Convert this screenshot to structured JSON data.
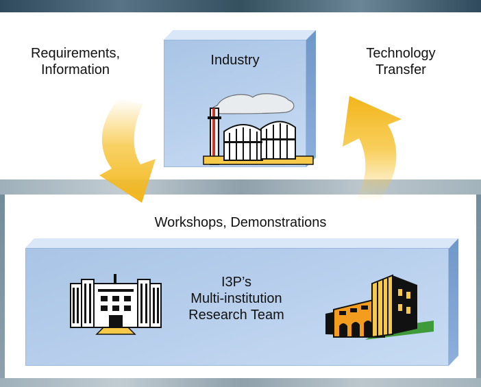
{
  "top_left_label": [
    "Requirements,",
    "Information"
  ],
  "top_right_label": [
    "Technology",
    "Transfer"
  ],
  "industry_box": {
    "title": "Industry",
    "icon": "factory-icon"
  },
  "middle_label": "Workshops, Demonstrations",
  "research_box": {
    "lines": [
      "I3P’s",
      "Multi-institution",
      "Research Team"
    ],
    "left_icon": "university-building-icon",
    "right_icon": "modern-building-icon"
  },
  "colors": {
    "arrow": "#f6c232",
    "box_face": "#b9d1ee",
    "box_edge": "#7fa3d1",
    "background": "#ffffff"
  }
}
